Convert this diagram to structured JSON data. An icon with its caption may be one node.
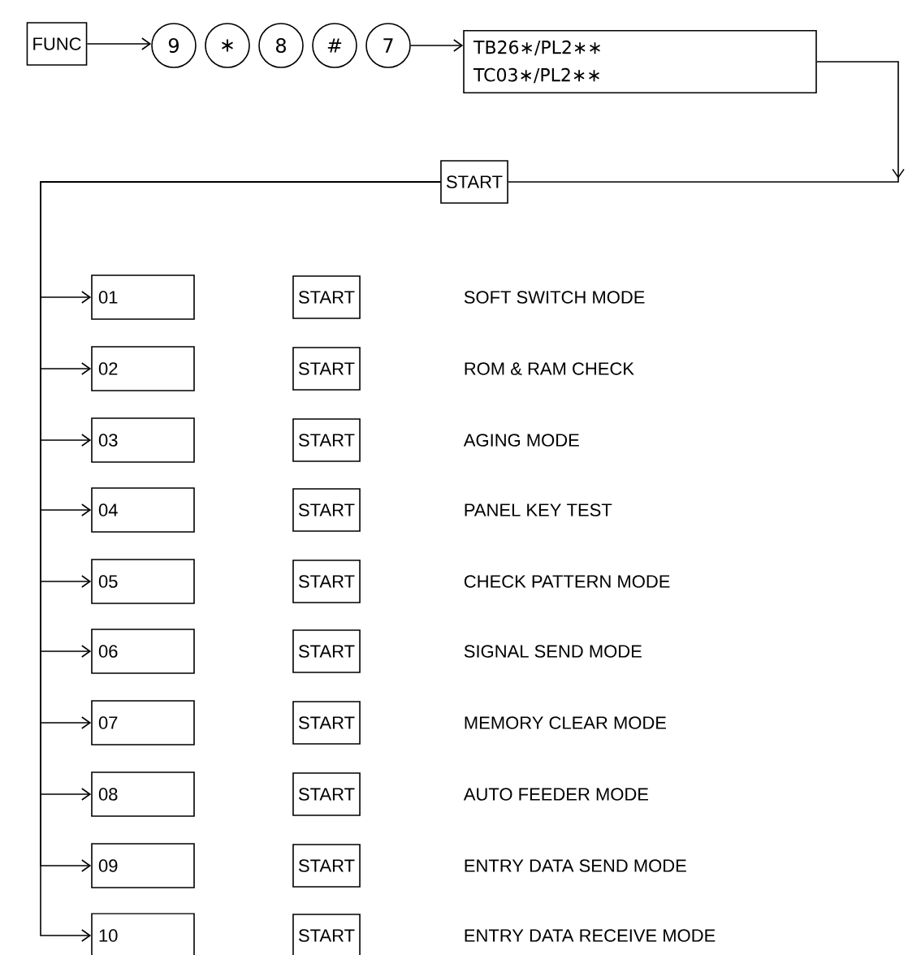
{
  "diagram": {
    "nodes": [
      {
        "text": [
          "FUNC"
        ]
      },
      {
        "text": [
          "9"
        ]
      },
      {
        "text": [
          "∗"
        ]
      },
      {
        "text": [
          "8"
        ]
      },
      {
        "text": [
          "#"
        ]
      },
      {
        "text": [
          "7"
        ]
      },
      {
        "text": [
          "TB26∗/PL2∗∗",
          "TC03∗/PL2∗∗"
        ]
      },
      {
        "text": [
          "START"
        ]
      },
      {
        "text": [
          "01"
        ]
      },
      {
        "text": [
          "02"
        ]
      },
      {
        "text": [
          "03"
        ]
      },
      {
        "text": [
          "04"
        ]
      },
      {
        "text": [
          "05"
        ]
      },
      {
        "text": [
          "06"
        ]
      },
      {
        "text": [
          "07"
        ]
      },
      {
        "text": [
          "08"
        ]
      },
      {
        "text": [
          "09"
        ]
      },
      {
        "text": [
          "10"
        ]
      },
      {
        "text": [
          "START"
        ]
      },
      {
        "text": [
          "START"
        ]
      },
      {
        "text": [
          "START"
        ]
      },
      {
        "text": [
          "START"
        ]
      },
      {
        "text": [
          "START"
        ]
      },
      {
        "text": [
          "START"
        ]
      },
      {
        "text": [
          "START"
        ]
      },
      {
        "text": [
          "START"
        ]
      },
      {
        "text": [
          "START"
        ]
      },
      {
        "text": [
          "START"
        ]
      }
    ],
    "edges": [
      {
        "from": 0,
        "to": 1,
        "arrow": "to"
      },
      {
        "from": 5,
        "to": 6,
        "arrow": "to"
      },
      {
        "from": 6,
        "to": 7,
        "arrow": "to"
      },
      {
        "from": 7,
        "to": 8,
        "arrow": "to"
      },
      {
        "from": 7,
        "to": 9,
        "arrow": "to"
      },
      {
        "from": 7,
        "to": 10,
        "arrow": "to"
      },
      {
        "from": 7,
        "to": 11,
        "arrow": "to"
      },
      {
        "from": 7,
        "to": 12,
        "arrow": "to"
      },
      {
        "from": 7,
        "to": 13,
        "arrow": "to"
      },
      {
        "from": 7,
        "to": 14,
        "arrow": "to"
      },
      {
        "from": 7,
        "to": 15,
        "arrow": "to"
      },
      {
        "from": 7,
        "to": 16,
        "arrow": "to"
      },
      {
        "from": 7,
        "to": 17,
        "arrow": "to"
      }
    ],
    "labels": [
      "SOFT SWITCH MODE",
      "ROM & RAM CHECK",
      "AGING MODE",
      "PANEL KEY TEST",
      "CHECK PATTERN MODE",
      "SIGNAL SEND MODE",
      "MEMORY CLEAR MODE",
      "AUTO FEEDER MODE",
      "ENTRY DATA SEND MODE",
      "ENTRY DATA RECEIVE MODE"
    ]
  }
}
